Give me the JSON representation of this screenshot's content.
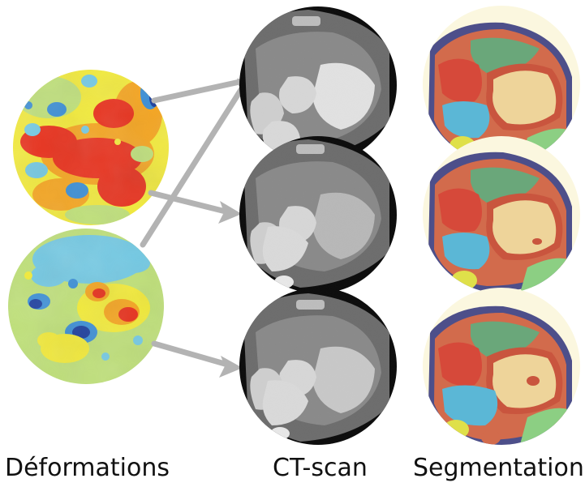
{
  "captions": {
    "deformations": "Déformations",
    "ct_scan": "CT-scan",
    "segmentation": "Segmentation"
  },
  "colors": {
    "arrow": "#b3b3b3",
    "background": "#ffffff",
    "deformation_palette": [
      "#1d3f9e",
      "#3c8fd6",
      "#74c9e3",
      "#bfe07a",
      "#f2ea3c",
      "#f5a623",
      "#e8331f"
    ],
    "ct_palette": [
      "#0a0a0a",
      "#5a5a5a",
      "#9a9a9a",
      "#dcdcdc"
    ],
    "segmentation_palette": {
      "background": "#fbf7df",
      "myocardium": "#c9553e",
      "left_ventricle": "#eed49a",
      "right_ventricle": "#d6493a",
      "left_atrium": "#5bb7d6",
      "right_atrium": "#d26b4c",
      "aorta": "#6aa77a",
      "pericardium": "#8ccf83",
      "pulmonary_artery": "#7e8c59",
      "vessel": "#dfe04a",
      "border": "#4d4f8a"
    }
  },
  "flow": [
    {
      "from": "deformation-1",
      "to": "ct-scan-1"
    },
    {
      "from": "deformation-1",
      "to": "ct-scan-2"
    },
    {
      "from": "deformation-2",
      "to": "ct-scan-1"
    },
    {
      "from": "deformation-2",
      "to": "ct-scan-3"
    }
  ]
}
